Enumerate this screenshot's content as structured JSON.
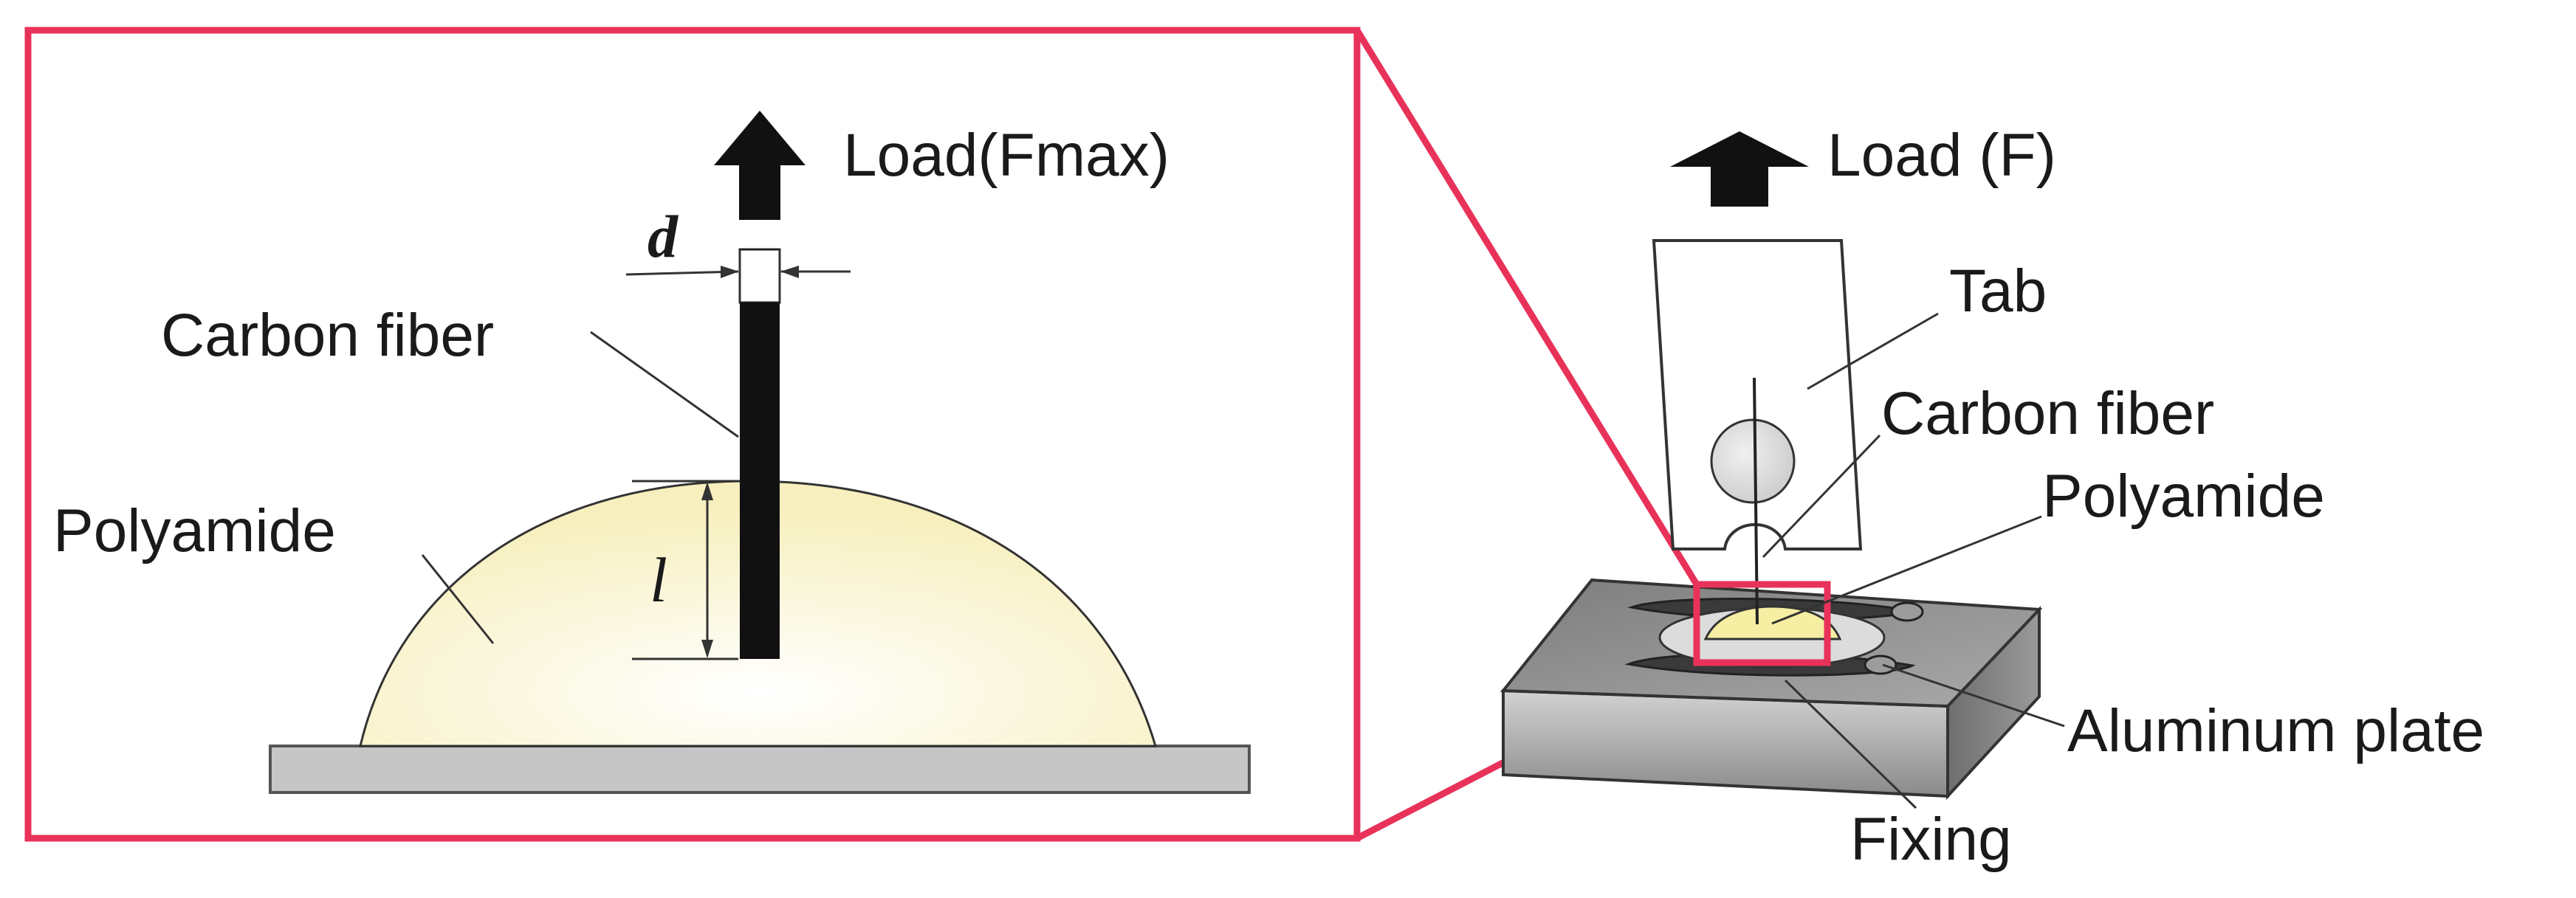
{
  "detail": {
    "load_label": "Load(Fmax)",
    "diameter_symbol": "d",
    "length_symbol": "l",
    "carbon_fiber_label": "Carbon fiber",
    "polyamide_label": "Polyamide"
  },
  "overview": {
    "load_label": "Load (F)",
    "tab_label": "Tab",
    "carbon_fiber_label": "Carbon fiber",
    "polyamide_label": "Polyamide",
    "aluminum_plate_label": "Aluminum plate",
    "fixing_label": "Fixing"
  },
  "colors": {
    "highlight": "#e8325a",
    "fiber": "#111111",
    "polyamide": "#fdf6cc",
    "substrate": "#c6c6c6",
    "plate_top": "#8f8f8f",
    "plate_front": "#b5b5b5"
  }
}
